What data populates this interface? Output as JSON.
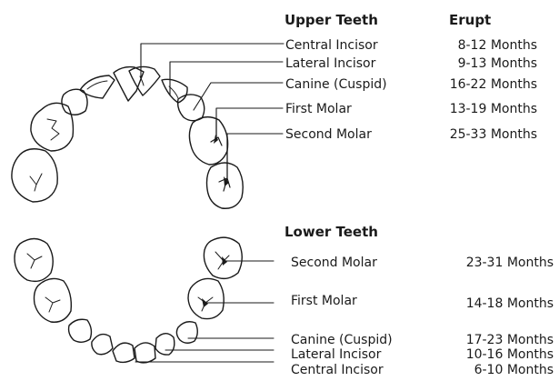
{
  "upper": {
    "heading": "Upper Teeth",
    "erupt_heading": "Erupt",
    "rows": [
      {
        "tooth": "Central Incisor",
        "erupt": "8-12 Months"
      },
      {
        "tooth": "Lateral Incisor",
        "erupt": "9-13 Months"
      },
      {
        "tooth": "Canine (Cuspid)",
        "erupt": "16-22 Months"
      },
      {
        "tooth": "First Molar",
        "erupt": "13-19 Months"
      },
      {
        "tooth": "Second Molar",
        "erupt": "25-33 Months"
      }
    ]
  },
  "lower": {
    "heading": "Lower Teeth",
    "rows": [
      {
        "tooth": "Second Molar",
        "erupt": "23-31 Months"
      },
      {
        "tooth": "First Molar",
        "erupt": "14-18 Months"
      },
      {
        "tooth": "Canine (Cuspid)",
        "erupt": "17-23 Months"
      },
      {
        "tooth": "Lateral Incisor",
        "erupt": "10-16 Months"
      },
      {
        "tooth": "Central Incisor",
        "erupt": "6-10 Months"
      }
    ]
  },
  "colors": {
    "ink": "#1a1a1a",
    "background": "#ffffff"
  }
}
